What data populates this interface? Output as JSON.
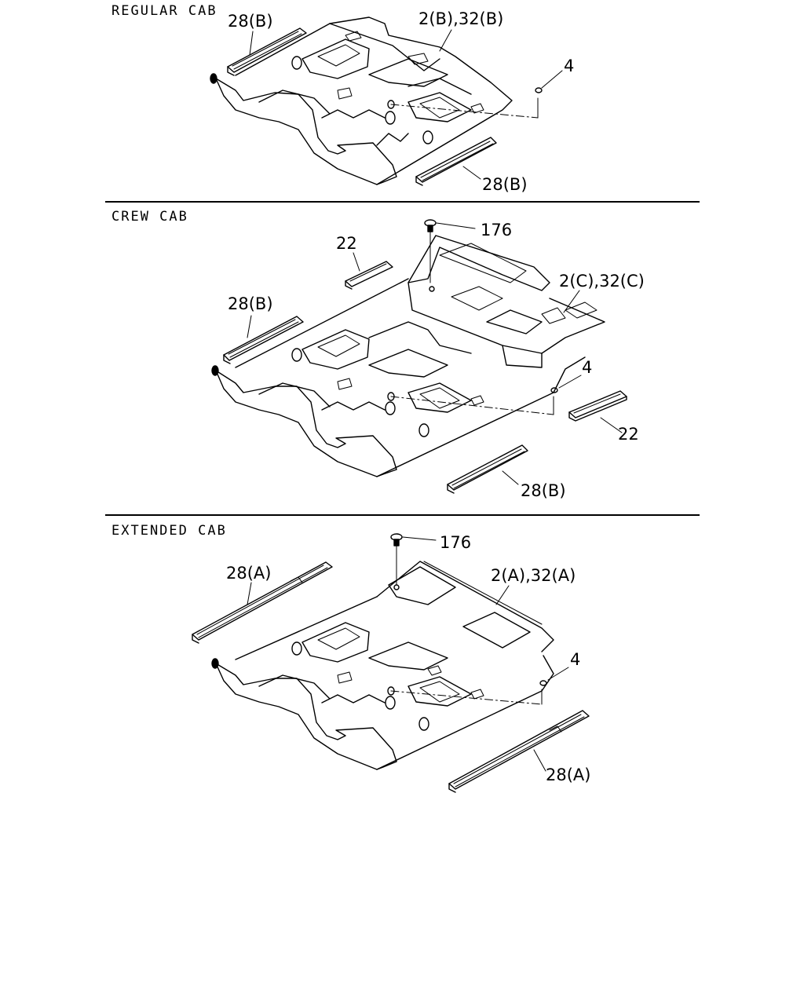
{
  "sections": {
    "regular": {
      "title": "REGULAR CAB",
      "callouts": {
        "sill_left": "28(B)",
        "carpet": "2(B),32(B)",
        "fastener": "4",
        "sill_right": "28(B)"
      }
    },
    "crew": {
      "title": "CREW CAB",
      "callouts": {
        "clip": "176",
        "plate_rear_left": "22",
        "sill_left": "28(B)",
        "carpet": "2(C),32(C)",
        "fastener": "4",
        "plate_rear_right": "22",
        "sill_right": "28(B)"
      }
    },
    "extended": {
      "title": "EXTENDED CAB",
      "callouts": {
        "clip": "176",
        "sill_left": "28(A)",
        "carpet": "2(A),32(A)",
        "fastener": "4",
        "sill_right": "28(A)"
      }
    }
  }
}
